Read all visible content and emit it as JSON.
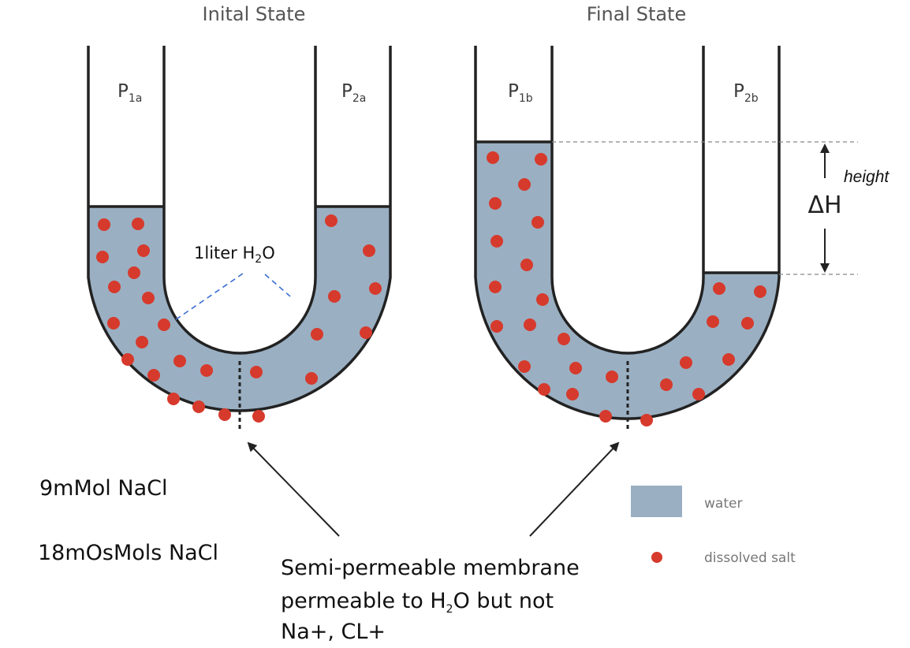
{
  "colors": {
    "water": "#9aafc2",
    "salt": "#d63a2c",
    "outline": "#222222",
    "dashed_line": "#3b6ed0"
  },
  "titles": {
    "initial": "Inital State",
    "final": "Final State"
  },
  "pressures": {
    "p1a": {
      "base": "P",
      "sub": "1a"
    },
    "p2a": {
      "base": "P",
      "sub": "2a"
    },
    "p1b": {
      "base": "P",
      "sub": "1b"
    },
    "p2b": {
      "base": "P",
      "sub": "2b"
    }
  },
  "water_label": {
    "pre": "1liter H",
    "sub": "2",
    "post": "O"
  },
  "height_label": "height",
  "delta_h_label": "ΔH",
  "concentrations": {
    "molar": "9mMol NaCl",
    "osmolar": "18mOsMols NaCl"
  },
  "membrane": {
    "line1": "Semi-permeable membrane",
    "line2_pre": "permeable to H",
    "line2_sub": "2",
    "line2_post": "O but not",
    "line3": "Na+, CL+"
  },
  "legend": {
    "water": "water",
    "salt": "dissolved salt"
  }
}
